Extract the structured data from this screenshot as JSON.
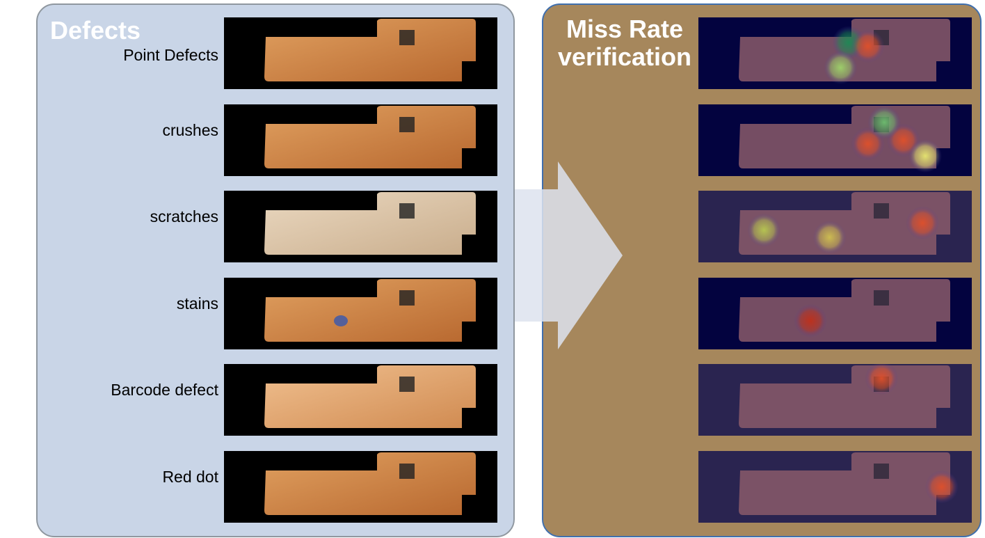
{
  "left_panel": {
    "title": "Defects",
    "rows": [
      {
        "label": "Point Defects",
        "style": "copper"
      },
      {
        "label": "crushes",
        "style": "copper"
      },
      {
        "label": "scratches",
        "style": "pale"
      },
      {
        "label": "stains",
        "style": "copper"
      },
      {
        "label": "Barcode  defect",
        "style": "bright"
      },
      {
        "label": "Red dot",
        "style": "copper"
      }
    ]
  },
  "right_panel": {
    "title_line1": "Miss Rate",
    "title_line2": "verification",
    "heatmaps": [
      {
        "bg": "#03033f",
        "spots": [
          [
            0.55,
            0.35,
            "#1c8a55"
          ],
          [
            0.62,
            0.4,
            "#e0502a"
          ],
          [
            0.52,
            0.7,
            "#9fd46a"
          ]
        ]
      },
      {
        "bg": "#03033f",
        "spots": [
          [
            0.62,
            0.55,
            "#e0502a"
          ],
          [
            0.75,
            0.5,
            "#e0502a"
          ],
          [
            0.83,
            0.72,
            "#e8e870"
          ],
          [
            0.68,
            0.25,
            "#6fc070"
          ]
        ]
      },
      {
        "bg": "#2a2450",
        "spots": [
          [
            0.24,
            0.55,
            "#b8c850"
          ],
          [
            0.48,
            0.65,
            "#d0c050"
          ],
          [
            0.82,
            0.45,
            "#e0502a"
          ]
        ]
      },
      {
        "bg": "#03033f",
        "spots": [
          [
            0.41,
            0.6,
            "#c0301a"
          ]
        ]
      },
      {
        "bg": "#2a2450",
        "spots": [
          [
            0.67,
            0.2,
            "#e0502a"
          ]
        ]
      },
      {
        "bg": "#2a2450",
        "spots": [
          [
            0.89,
            0.5,
            "#e0502a"
          ]
        ]
      }
    ]
  },
  "colors": {
    "left_bg": "#c9d5e7",
    "right_bg": "#a6875c",
    "copper": "#c67a3e",
    "pale": "#d9c2a6"
  }
}
